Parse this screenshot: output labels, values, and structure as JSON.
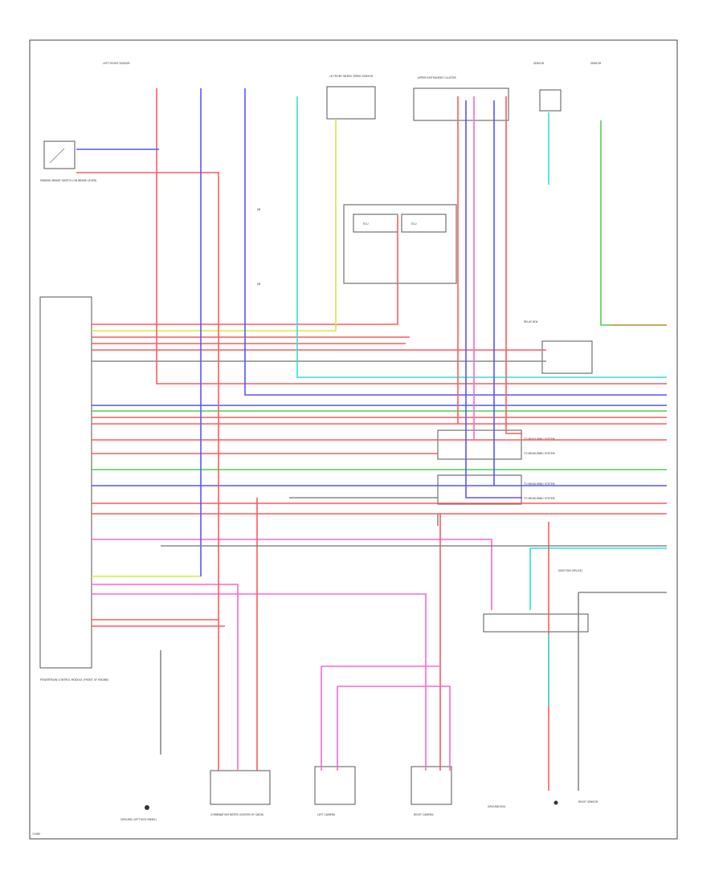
{
  "diagram": {
    "footer_code": "11460",
    "colors": {
      "red": "#ff5a5a",
      "pink": "#ff66cc",
      "blue": "#5555ff",
      "cyan": "#33dddd",
      "green": "#55cc55",
      "yellow_green": "#ccee44",
      "gray": "#888888",
      "orange_brown": "#cc9944"
    },
    "components": {
      "pcm_main": "POWERTRAIN CONTROL MODULE (FRONT OF ENGINE)",
      "brake_switch": "PARKING BRAKE SWITCH (ON BRAKE LEVER)",
      "lf_sensor_wire": "LEFT FRONT SENSOR",
      "lh_sensor_box": "LH FRONT WHEEL SPEED SENSOR",
      "upper_cluster": "UPPER INSTRUMENT CLUSTER",
      "rh_sensor_a": "SENSOR",
      "rh_sensor_b": "SENSOR",
      "relay_box": "RELAY BOX",
      "combination_meter": "COMBINATION METER (CENTER OF DASH)",
      "left_camera": "LEFT CAMERA",
      "right_camera": "RIGHT CAMERA",
      "ground_point": "GROUND (LEFT KICK PANEL)",
      "ground_box": "GROUND BOX",
      "ecu_box_a": "ECU",
      "ecu_box_b": "ECU",
      "splice_right": "JUNCTION (SPLICE)",
      "right_bottom_sensor": "RIGHT SENSOR",
      "jb_top": "J/B",
      "jb_mid": "J/B"
    },
    "systems": {
      "sys1": "TO MEASURING SYSTEM",
      "sys2": "TO MEASURING SYSTEM",
      "sys3": "TO MEASURING SYSTEM",
      "sys4": "TO MEASURING SYSTEM"
    }
  }
}
